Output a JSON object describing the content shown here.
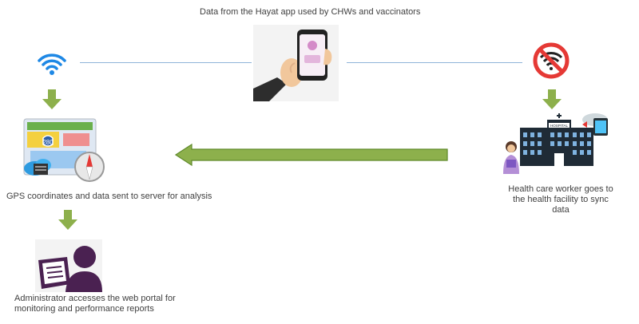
{
  "labels": {
    "top_caption": "Data from the Hayat app used by CHWs and vaccinators",
    "gps_caption": "GPS coordinates and data sent to server for analysis",
    "hcw_caption": "Health care worker goes to the health facility to sync data",
    "admin_caption": "Administrator accesses the web portal for monitoring and performance reports",
    "map_sign": "280",
    "hospital_sign": "HOSPITAL"
  },
  "colors": {
    "arrow_green": "#8db04c",
    "arrow_green_dark": "#5f8a2a",
    "line_blue": "#8fb4d9",
    "wifi_blue": "#1e88e5",
    "no_wifi_red": "#e53935",
    "admin_purple": "#4a2151"
  },
  "icons": {
    "wifi": "wifi-icon",
    "no_wifi": "no-wifi-icon",
    "phone_hand": "phone-in-hand-icon",
    "gps_map": "gps-map-icon",
    "hospital": "hospital-icon",
    "admin": "administrator-icon"
  }
}
